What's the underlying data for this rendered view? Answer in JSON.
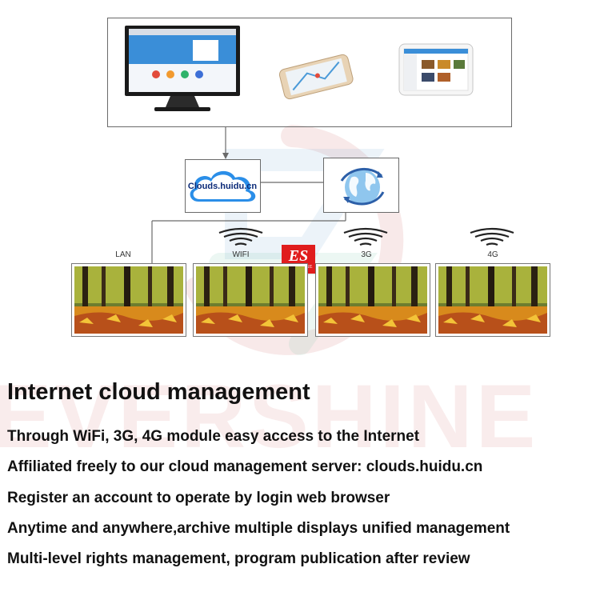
{
  "watermark": {
    "word": "EVERSHINE"
  },
  "logo": {
    "big": "ES",
    "small": "EVERSHINE"
  },
  "nodes": {
    "cloud_server_label": "Clouds.huidu.cn"
  },
  "connections": [
    "LAN",
    "WIFI",
    "3G",
    "4G"
  ],
  "headline": "Internet cloud management",
  "lines": [
    "Through WiFi, 3G, 4G module easy access to the Internet",
    "Affiliated freely to our cloud management server: clouds.huidu.cn",
    "Register an account to operate by login web browser",
    "Anytime and anywhere,archive multiple displays unified management",
    "Multi-level rights management, program publication after review"
  ],
  "icons": {
    "monitor": "desktop-monitor-icon",
    "phone": "smartphone-icon",
    "tablet": "tablet-icon",
    "cloud": "cloud-icon",
    "globe": "globe-icon",
    "wifi": "wireless-signal-icon",
    "display": "led-display-icon"
  },
  "colors": {
    "brand_red": "#e01d1d",
    "cloud_blue": "#2a8ee8",
    "watermark": "#dc9696"
  }
}
